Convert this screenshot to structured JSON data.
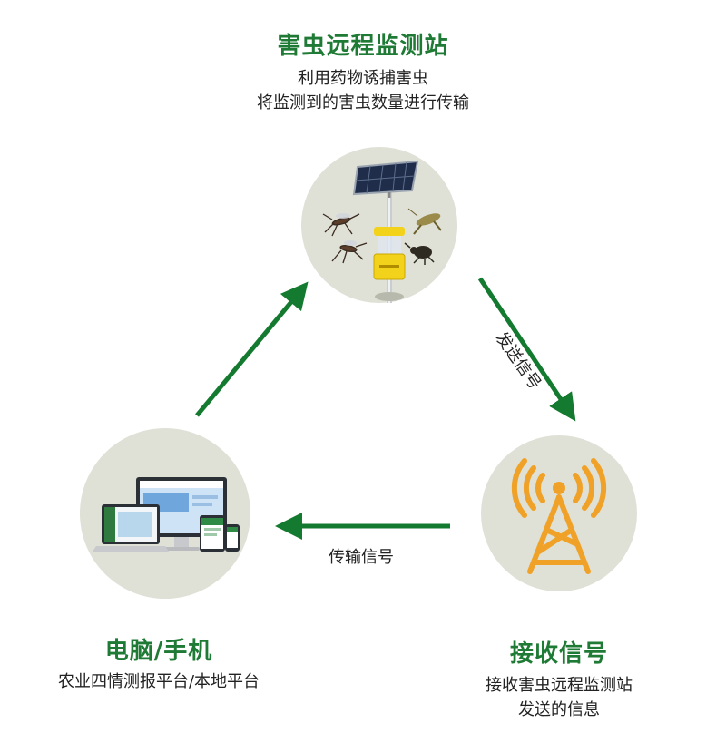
{
  "colors": {
    "accent_green": "#1e7a34",
    "arrow_green": "#137a2f",
    "circle_bg": "#dfe0d6",
    "tower_orange": "#f0a228"
  },
  "nodes": {
    "station": {
      "title": "害虫远程监测站",
      "lines": [
        "利用药物诱捕害虫",
        "将监测到的害虫数量进行传输"
      ],
      "icon": "solar-pest-monitor-icon"
    },
    "receiver": {
      "title": "接收信号",
      "lines": [
        "接收害虫远程监测站",
        "发送的信息"
      ],
      "icon": "signal-tower-icon"
    },
    "devices": {
      "title": "电脑/手机",
      "lines": [
        "农业四情测报平台/本地平台"
      ],
      "icon": "computer-phone-icon"
    }
  },
  "edges": {
    "station_to_receiver": "发送信号",
    "receiver_to_devices": "传输信号"
  }
}
